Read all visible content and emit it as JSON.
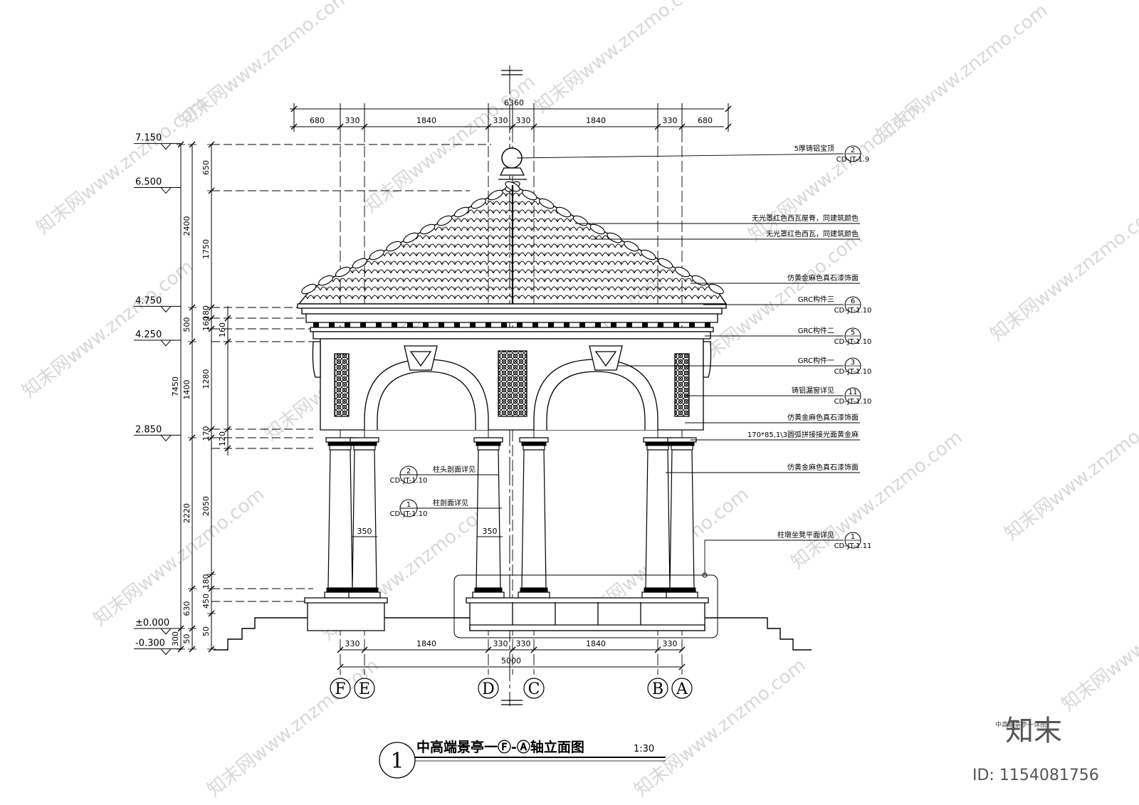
{
  "title": {
    "number": "1",
    "text": "中高端景亭一Ⓕ-Ⓐ轴立面图",
    "scale": "1:30"
  },
  "levels": [
    {
      "label": "7.150",
      "y": 7.15
    },
    {
      "label": "6.500",
      "y": 6.5
    },
    {
      "label": "4.750",
      "y": 4.75
    },
    {
      "label": "4.250",
      "y": 4.25
    },
    {
      "label": "2.850",
      "y": 2.85
    },
    {
      "label": "±0.000",
      "y": 0
    },
    {
      "label": "-0.300",
      "y": -0.3
    }
  ],
  "top_dims": {
    "overall": "6360",
    "segments": [
      "680",
      "330",
      "1840",
      "330",
      "330",
      "1840",
      "330",
      "680"
    ]
  },
  "bottom_dims": {
    "overall": "5000",
    "segments": [
      "330",
      "1840",
      "330",
      "330",
      "1840",
      "330"
    ]
  },
  "vertical_dims": {
    "outer": [
      "7450",
      "300"
    ],
    "middle": [
      "2400",
      "500",
      "1400",
      "2220",
      "630",
      "50"
    ],
    "inner": [
      "650",
      "1750",
      "180",
      "160",
      "1280",
      "170",
      "2050",
      "180",
      "450",
      "50"
    ],
    "small": [
      "160",
      "120"
    ]
  },
  "column_dims": [
    "350",
    "350"
  ],
  "axes": [
    "F",
    "E",
    "D",
    "C",
    "B",
    "A"
  ],
  "annotations": [
    {
      "text": "5厚铸铝宝顶",
      "ref_num": "2",
      "ref_sheet": "CD-JT-1.9"
    },
    {
      "text": "无光罩红色西瓦屋脊，同建筑颜色",
      "ref_num": "",
      "ref_sheet": ""
    },
    {
      "text": "无光罩红色西瓦，同建筑颜色",
      "ref_num": "",
      "ref_sheet": ""
    },
    {
      "text": "仿黄金麻色真石漆饰面",
      "ref_num": "",
      "ref_sheet": ""
    },
    {
      "text": "GRC构件三",
      "ref_num": "6",
      "ref_sheet": "CD-JT-1.10"
    },
    {
      "text": "GRC构件二",
      "ref_num": "5",
      "ref_sheet": "CD-JT-1.10"
    },
    {
      "text": "GRC构件一",
      "ref_num": "3",
      "ref_sheet": "CD-JT-1.10"
    },
    {
      "text": "铸铝漏窗详见",
      "ref_num": "11",
      "ref_sheet": "CD-JT-1.10"
    },
    {
      "text": "仿黄金麻色真石漆饰面",
      "ref_num": "",
      "ref_sheet": ""
    },
    {
      "text": "170*85,1\\3圆弧拼接接光面黄金麻",
      "ref_num": "",
      "ref_sheet": ""
    },
    {
      "text": "仿黄金麻色真石漆饰面",
      "ref_num": "",
      "ref_sheet": ""
    },
    {
      "text": "柱墩坐凳平面详见",
      "ref_num": "1",
      "ref_sheet": "CD-JT-1.11"
    }
  ],
  "left_refs": [
    {
      "text": "柱头剖面详见",
      "ref_num": "2",
      "ref_sheet": "CD-JT-1.10"
    },
    {
      "text": "柱剖面详见",
      "ref_num": "1",
      "ref_sheet": "CD-JT-1.10"
    }
  ],
  "watermark": {
    "text": "知末网www.znzmo.com",
    "brand": "知末",
    "id": "ID: 1154081756",
    "small_title": "中高端景亭一详图"
  }
}
